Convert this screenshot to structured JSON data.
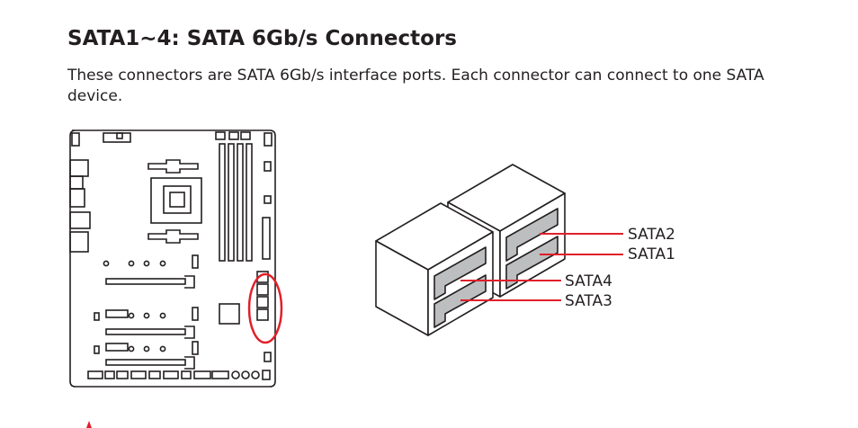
{
  "title": "SATA1~4: SATA 6Gb/s Connectors",
  "description": "These connectors are SATA 6Gb/s interface ports. Each connector can connect to one SATA device.",
  "connectors": [
    {
      "id": "sata2",
      "label": "SATA2"
    },
    {
      "id": "sata1",
      "label": "SATA1"
    },
    {
      "id": "sata4",
      "label": "SATA4"
    },
    {
      "id": "sata3",
      "label": "SATA3"
    }
  ],
  "colors": {
    "highlight": "#e0202a",
    "line": "#231f20",
    "port_fill": "#bcbec0"
  }
}
